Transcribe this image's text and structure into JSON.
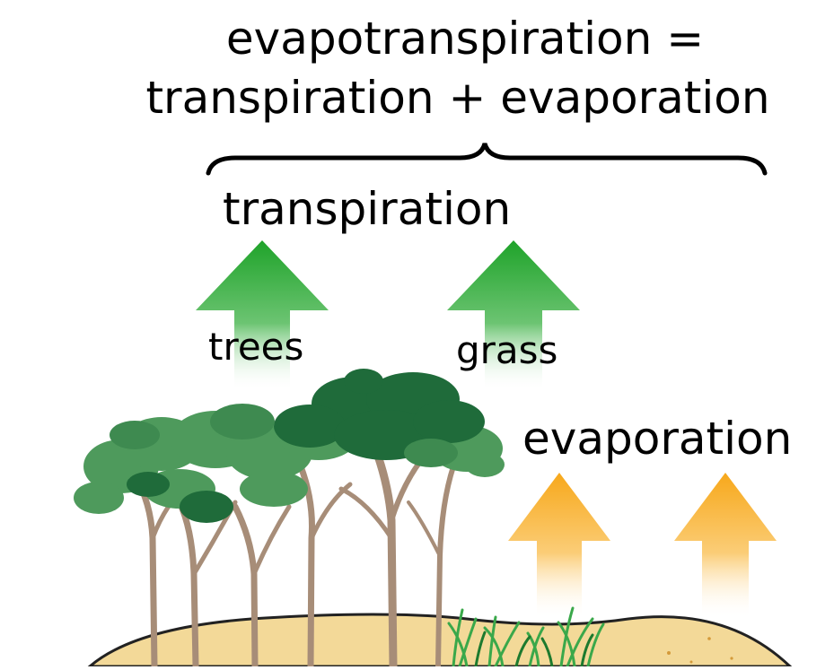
{
  "title": {
    "line1": "evapotranspiration =",
    "line2": "transpiration + evaporation"
  },
  "labels": {
    "transpiration": "transpiration",
    "trees": "trees",
    "grass": "grass",
    "evaporation": "evaporation"
  },
  "colors": {
    "transpiration_arrow": "#1fa32a",
    "evaporation_arrow": "#f7a81b",
    "ground": "#f3d998",
    "tree_trunk": "#a78d78",
    "foliage_light": "#4e9a5c",
    "foliage_dark": "#1f6b3a",
    "grass": "#3aa84a"
  },
  "icons": [
    "curly-brace",
    "up-arrow",
    "tree",
    "grass-tuft"
  ]
}
